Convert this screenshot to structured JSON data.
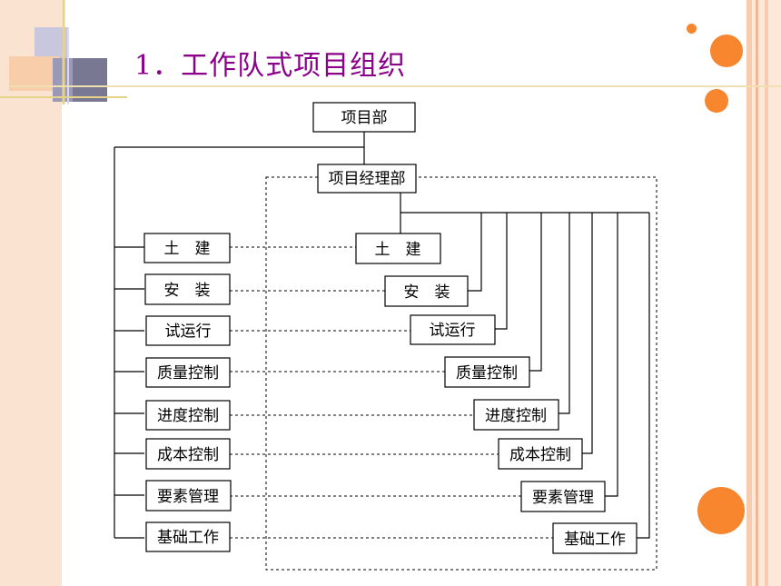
{
  "slide": {
    "title": "1．工作队式项目组织"
  },
  "diagram": {
    "top": "项目部",
    "manager": "项目经理部",
    "left_departments": [
      "土　建",
      "安　装",
      "试运行",
      "质量控制",
      "进度控制",
      "成本控制",
      "要素管理",
      "基础工作"
    ],
    "right_departments": [
      "土　建",
      "安　装",
      "试运行",
      "质量控制",
      "进度控制",
      "成本控制",
      "要素管理",
      "基础工作"
    ]
  },
  "colors": {
    "title": "#8b008b",
    "accent_orange": "#f7862f",
    "line": "#000000"
  }
}
